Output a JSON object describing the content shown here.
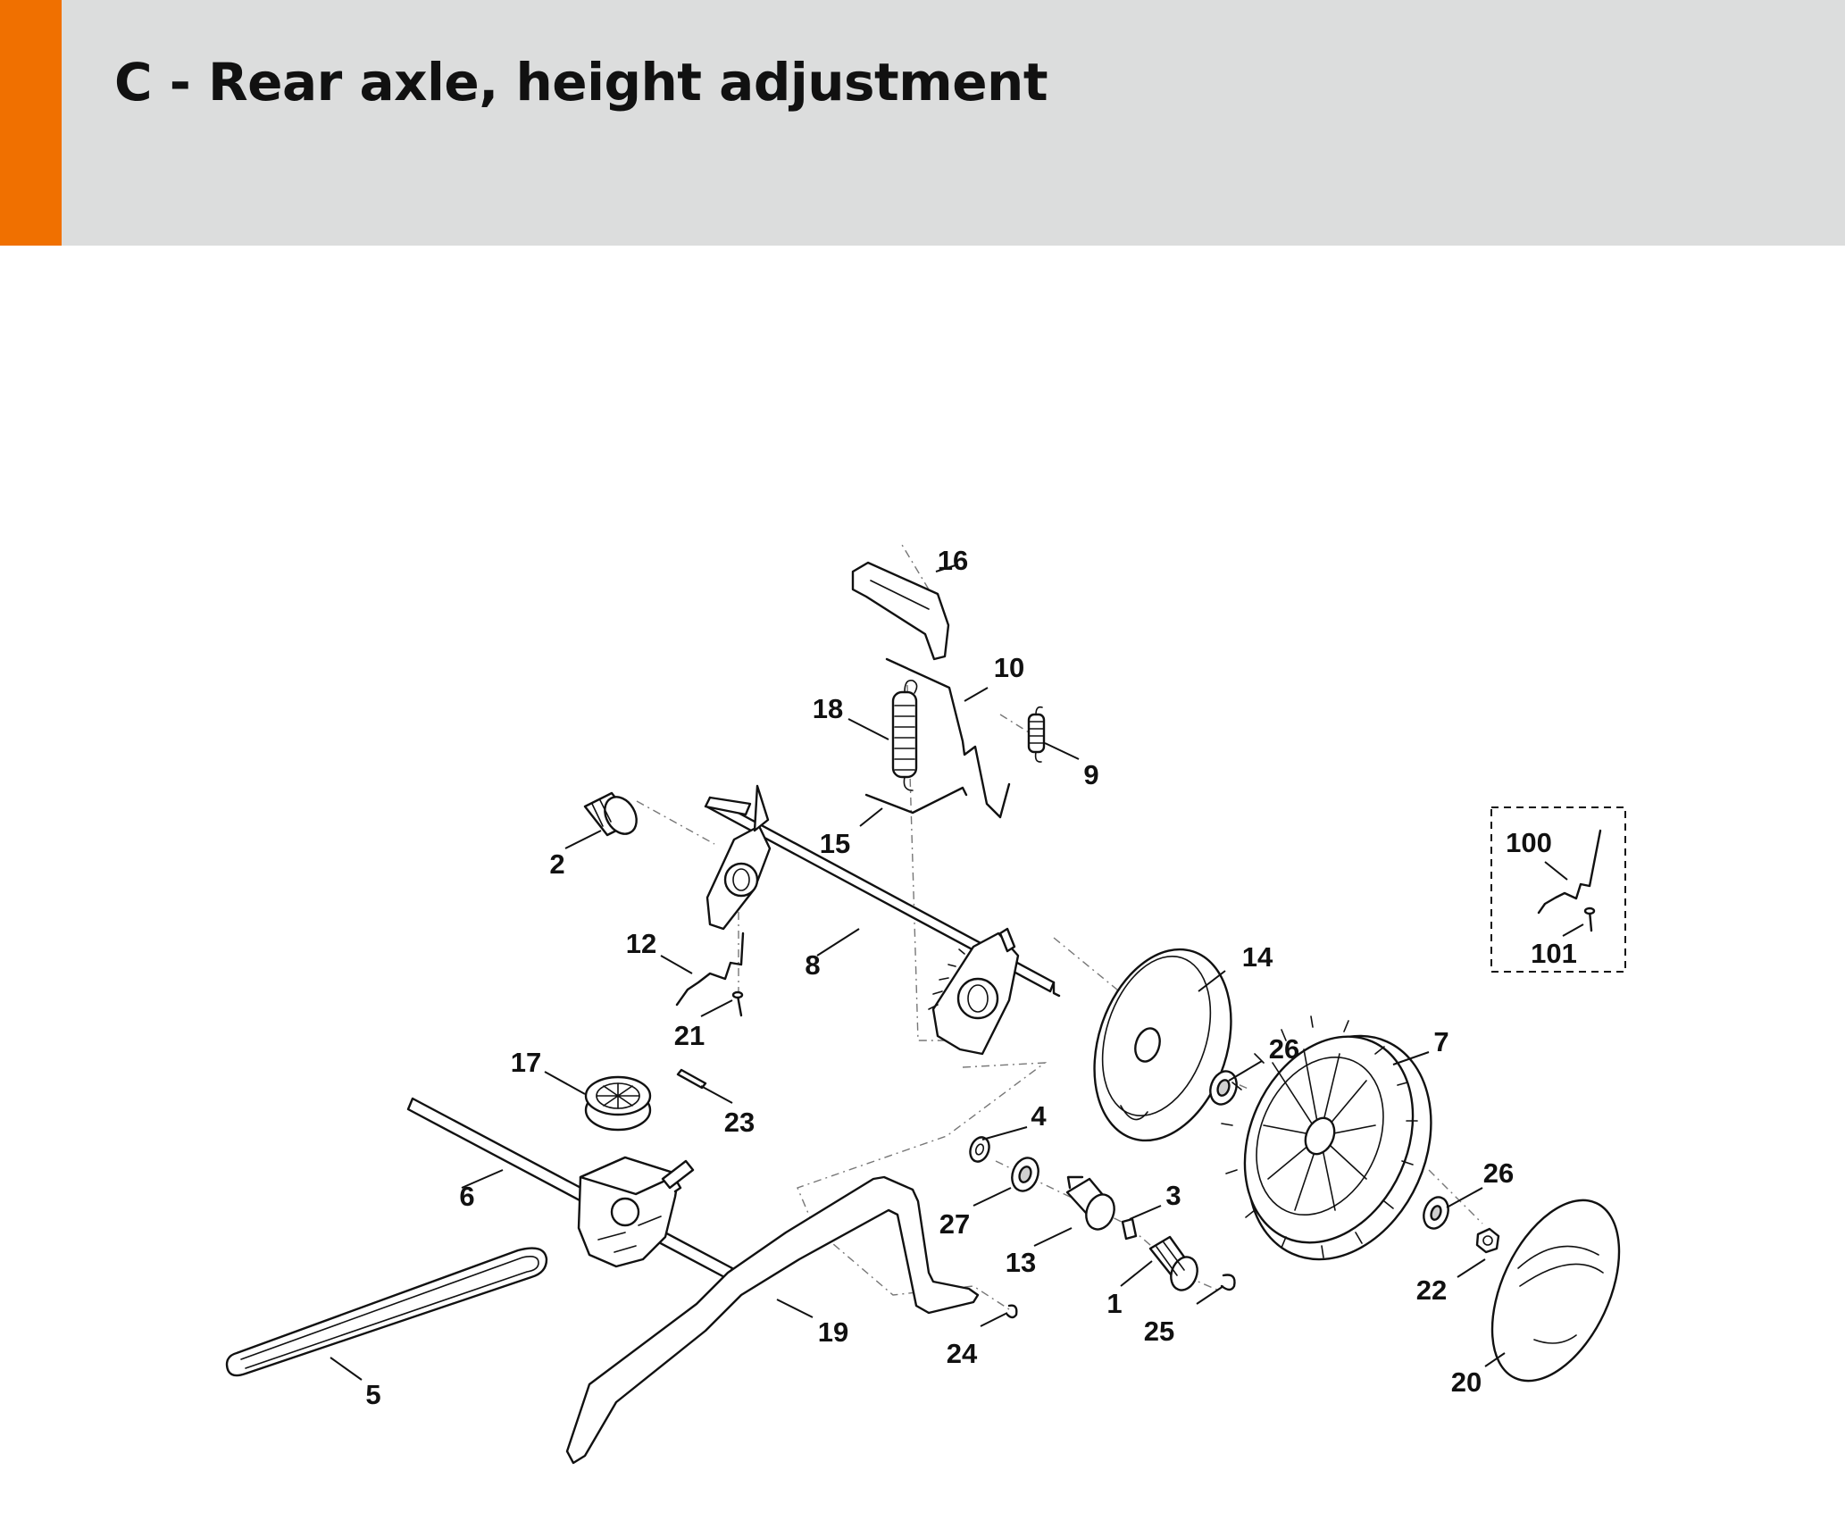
{
  "header": {
    "title": "C - Rear axle, height adjustment",
    "accent_color": "#f07000",
    "background_color": "#dcdddd"
  },
  "diagram": {
    "labels": [
      "16",
      "10",
      "18",
      "9",
      "15",
      "2",
      "100",
      "101",
      "12",
      "8",
      "14",
      "21",
      "26",
      "7",
      "17",
      "23",
      "4",
      "6",
      "27",
      "3",
      "13",
      "26",
      "1",
      "22",
      "19",
      "25",
      "24",
      "5",
      "20"
    ]
  }
}
